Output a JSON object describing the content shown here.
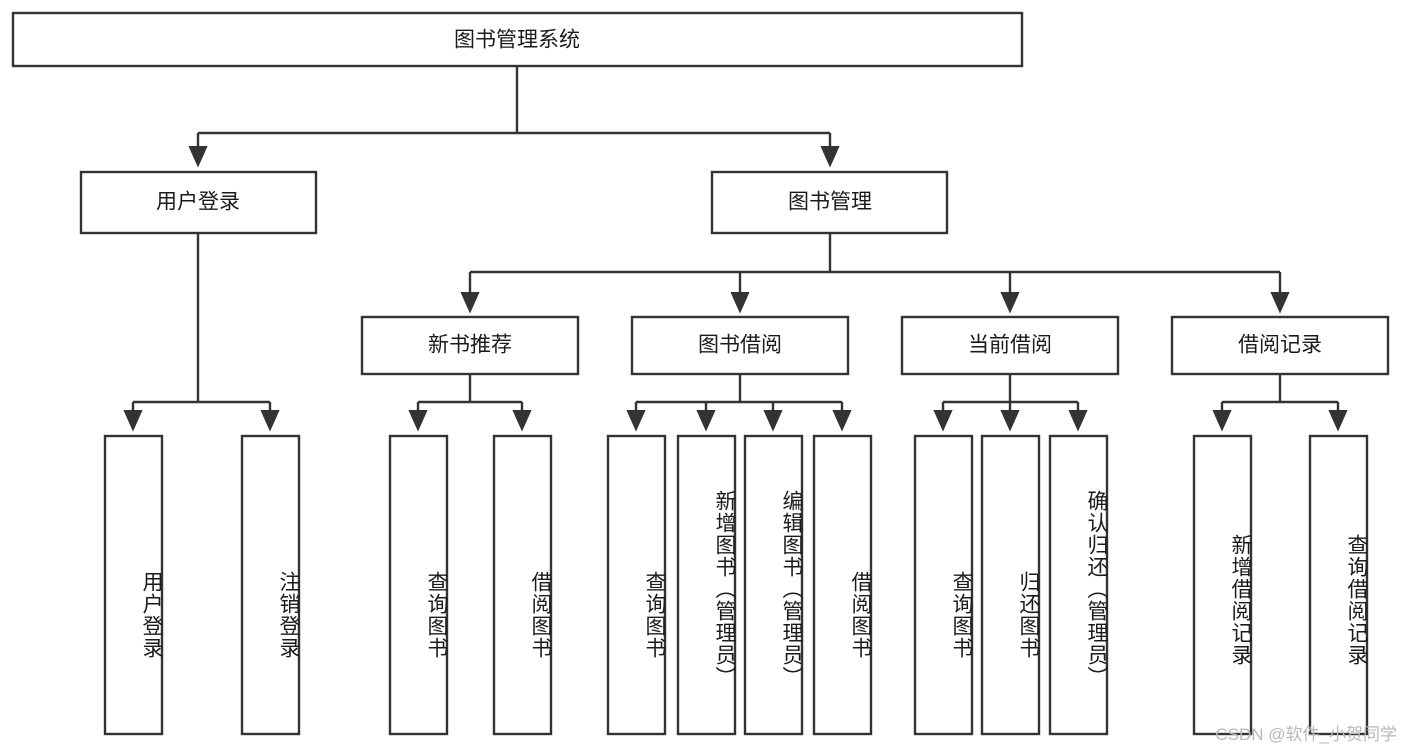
{
  "diagram": {
    "title": "图书管理系统",
    "type": "tree-hierarchy",
    "watermark": "CSDN @软件_小贺同学",
    "colors": {
      "box_stroke": "#333333",
      "box_fill": "#ffffff",
      "text": "#1b1b1b",
      "watermark": "#b9b9b9",
      "background": "#ffffff"
    },
    "nodes": {
      "root": {
        "label": "图书管理系统"
      },
      "level2": [
        {
          "id": "user-login",
          "label": "用户登录"
        },
        {
          "id": "book-manage",
          "label": "图书管理"
        }
      ],
      "level3": [
        {
          "id": "new-book-recommend",
          "label": "新书推荐"
        },
        {
          "id": "book-borrow",
          "label": "图书借阅"
        },
        {
          "id": "current-borrow",
          "label": "当前借阅"
        },
        {
          "id": "borrow-record",
          "label": "借阅记录"
        }
      ],
      "leaves": {
        "user_login": [
          {
            "id": "leaf-user-login",
            "label": "用户登录"
          },
          {
            "id": "leaf-logout-login",
            "label": "注销登录"
          }
        ],
        "new_book_recommend": [
          {
            "id": "leaf-query-book-1",
            "label": "查询图书"
          },
          {
            "id": "leaf-borrow-book-1",
            "label": "借阅图书"
          }
        ],
        "book_borrow": [
          {
            "id": "leaf-query-book-2",
            "label": "查询图书"
          },
          {
            "id": "leaf-add-book",
            "label": "新增图书（管理员）"
          },
          {
            "id": "leaf-edit-book",
            "label": "编辑图书（管理员）"
          },
          {
            "id": "leaf-borrow-book-2",
            "label": "借阅图书"
          }
        ],
        "current_borrow": [
          {
            "id": "leaf-query-book-3",
            "label": "查询图书"
          },
          {
            "id": "leaf-return-book",
            "label": "归还图书"
          },
          {
            "id": "leaf-confirm-return",
            "label": "确认归还（管理员）"
          }
        ],
        "borrow_record": [
          {
            "id": "leaf-add-record",
            "label": "新增借阅记录"
          },
          {
            "id": "leaf-query-record",
            "label": "查询借阅记录"
          }
        ]
      }
    }
  }
}
